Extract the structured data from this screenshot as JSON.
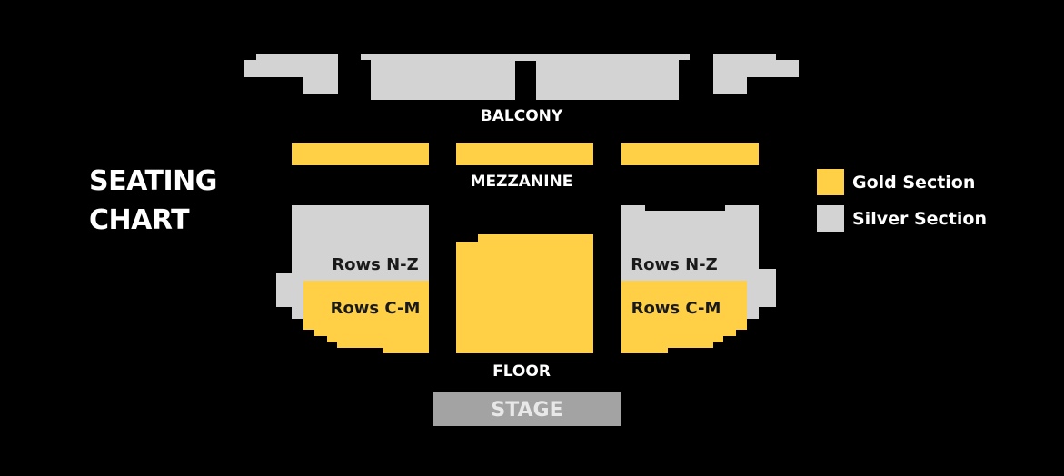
{
  "title": {
    "line1": "SEATING",
    "line2": "CHART"
  },
  "colors": {
    "gold": "#ffcf45",
    "silver": "#d3d3d3",
    "stage": "#a3a3a3",
    "background": "#000000",
    "text_dark": "#1a1a1a",
    "text_light": "#ffffff"
  },
  "sections": {
    "balcony": "BALCONY",
    "mezzanine": "MEZZANINE",
    "floor": "FLOOR",
    "stage": "STAGE",
    "left_upper_rows": "Rows N-Z",
    "left_lower_rows": "Rows C-M",
    "right_upper_rows": "Rows N-Z",
    "right_lower_rows": "Rows C-M"
  },
  "legend": {
    "gold_label": "Gold Section",
    "silver_label": "Silver Section"
  }
}
